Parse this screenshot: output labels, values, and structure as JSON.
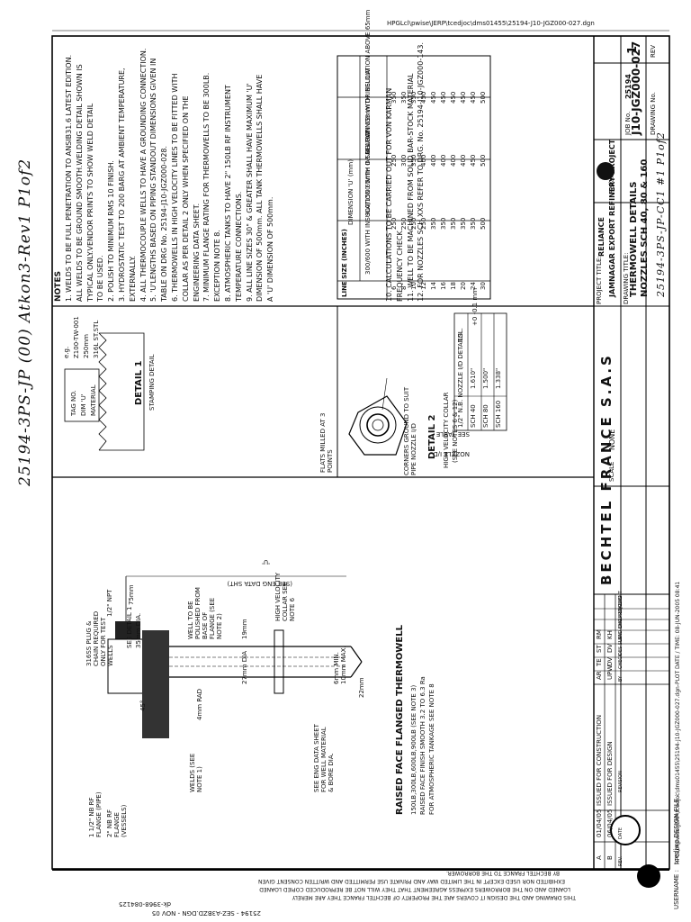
{
  "header": {
    "path_top": "HPGLcl\\pwise\\JERP\\tcedjoc\\dms01455\\25194-J10-JGZ000-027.dgn",
    "handwritten_ref": "25194-3PS-JP (00) Atkon3-Rev1 P1of2"
  },
  "notes": {
    "heading": "NOTES",
    "items": [
      "1. WELDS TO BE FULL PENETRATION TO ANSIB31.6 LATEST EDITION.",
      "ALL WELDS TO BE GROUND SMOOTH.WELDING DETAIL SHOWN IS",
      "TYPICAL ONLY.VENDOR PRINTS TO SHOW WELD DETAIL",
      "TO BE USED.",
      "2. POLISH TO MINIMUM RMS 10 FINISH.",
      "3. HYDROSTATIC TEST TO 200 BARG AT AMBIENT TEMPERATURE,",
      "EXTERNALLY.",
      "4. ALL THERMOCOUPLE WELLS TO HAVE A GROUNDING CONNECTION.",
      "5. 'U'LENGTHS BASED ON PIPING STANDOUT DIMENSIONS GIVEN IN",
      "TABLE ON DRG No. 25194-J10-JGZ000-028.",
      "6. THERMOWELLS IN HIGH VELOCITY LINES TO BE FITTED WITH",
      "COLLAR AS PER DETAIL 2 ONLY WHEN SPECIFIED ON THE",
      "ENGINEERING DATA SHEET.",
      "7. MINIMUM FLANGE RATING FOR THERMOWELLS TO BE 300LB.",
      "EXCEPTION NOTE 8.",
      "8. ATMOSPHERIC TANKS TO HAVE 2\" 150LB RF INSTRUMENT",
      "TEMPERATURE CONNECTIONS.",
      "9. ALL LINE SIZES 30\" & GREATER SHALL HAVE MAXIMUM 'U'",
      "DIMENSION OF 500mm. ALL TANK THERMOWELLS SHALL HAVE",
      "A 'U' DIMENSION OF 500mm.",
      "10. CALCULATIONS TO BE CARRIED OUT FOR VON KARMAN",
      "FREQUENCY CHECK.",
      "11. WELL TO BE MACHINED FROM SOLID BAR-STOCK MATERIAL",
      "12. FOR NOZZLES SCH XXS REFER TO DRG. No. 25194-J10-JGZ000-143."
    ]
  },
  "dim_table": {
    "title": "DIMENSION 'U' (mm)",
    "col_line": "LINE SIZE (INCHES)",
    "col1": "300/600 WITH INSULATION 65mm OR BELOW",
    "col2": "900/1500 WITH INSULATION 65mm OR BELOW",
    "col3": "ALL RATINGS WITH INSULATION ABOVE 65mm",
    "rows": [
      [
        "6",
        "250",
        "250",
        "350"
      ],
      [
        "8",
        "250",
        "300",
        "350"
      ],
      [
        "10",
        "250",
        "350",
        "350"
      ],
      [
        "12",
        "250",
        "400",
        "450"
      ],
      [
        "14",
        "350",
        "400",
        "450"
      ],
      [
        "16",
        "350",
        "400",
        "450"
      ],
      [
        "18",
        "350",
        "400",
        "450"
      ],
      [
        "20",
        "350",
        "400",
        "450"
      ],
      [
        "24",
        "350",
        "450",
        "450"
      ],
      [
        "30",
        "500",
        "500",
        "500"
      ]
    ]
  },
  "detail1": {
    "title": "DETAIL 1",
    "subtitle": "STAMPING DETAIL",
    "labels": [
      "TAG NO.",
      "DIM 'U'",
      "MATERIAL"
    ],
    "eg": [
      "e.g.",
      "Z100-TW-001",
      "250mm",
      "316L ST.STL"
    ]
  },
  "detail2": {
    "title": "DETAIL 2",
    "subtitle": "HIGH VELOCITY COLLAR",
    "subtitle2": "(SEE NOTES 6 & 12)",
    "flats": "FLATS MILLED AT 3 POINTS",
    "corners": "CORNERS GROUND TO SUIT PIPE NOZZLE I/D",
    "see_table": "SEE TABLE",
    "nozzle_id": "NOZZLE I/D",
    "table_head": [
      "1/2\" N.B. NOZZLE I/D DETAILS",
      "TOL."
    ],
    "table_rows": [
      [
        "SCH 40",
        "1.610\""
      ],
      [
        "SCH 80",
        "1.500\""
      ],
      [
        "SCH 160",
        "1.338\""
      ]
    ],
    "tol": "+0 -0.1 mm"
  },
  "main_drawing": {
    "title": "RAISED FACE FLANGED THERMOWELL",
    "line2": "150LB,300LB,600LB,900LB (SEE NOTE 3)",
    "line3": "RAISED FACE FINISH SMOOTH 3.2 TO 6.3 Ra",
    "line4": "FOR ATMOSPHERIC TANKAGE SEE NOTE 8",
    "plug": "316SS PLUG & CHAIN REQUIRED ONLY FOR TEST WELLS",
    "npt": "1/2\" NPT",
    "detail1_ref": "SEE DETAIL 1",
    "dia35": "35mm DIA.",
    "polished": "WELL TO BE POLISHED FROM BASE OF FLANGE (SEE NOTE 2)",
    "dia27": "27mm DIA",
    "dia19": "19mm",
    "collar": "HIGH VELOCITY COLLAR SEE NOTE 6",
    "mm6": "6mm MIN. 10mm MAX.",
    "mm22": "22mm",
    "mm75": "75mm",
    "u_label": "'U'",
    "u_note": "(SEE ENG DATA SHT)",
    "rad": "4mm RAD",
    "deg45": "45°",
    "flange1": "1 1/2\" NB RF FLANGE (PIPE)",
    "flange2": "2\" NB RF FLANGE (VESSELS)",
    "welds": "WELDS (SEE NOTE 1)",
    "eng_data": "SEE ENG DATA SHEET FOR WELL MATERIAL & BORE DIA."
  },
  "revisions": {
    "rows": [
      [
        "A",
        "01/04/05",
        "ISSUED FOR CONSTRUCTION",
        "AR",
        "TE",
        "ST",
        "RM"
      ],
      [
        "B",
        "06/04/05",
        "ISSUED FOR DESIGN",
        "UPW",
        "DV",
        "DV",
        "KH"
      ]
    ],
    "head": [
      "REV.",
      "DATE",
      "REVISION",
      "BY",
      "CHECK",
      "DES SUPV",
      "LEAD ENG",
      "CHIEF ENG",
      "PROJ ENG",
      "CLIENT"
    ]
  },
  "title_block": {
    "bechtel": "BECHTEL FRANCE S.A.S",
    "scale_label": "SCALE",
    "scale": "NONE",
    "project_label": "PROJECT TITLE:",
    "client": "RELIANCE",
    "project": "JAMNAGAR EXPORT REFINERY PROJECT",
    "reliance_logo": "Reliance",
    "drawing_title_label": "DRAWING TITLE:",
    "title1": "THERMOWELL DETAILS",
    "title2": "NOZZLES SCH 40, 80 & 160",
    "job_label": "JOB No.",
    "job_no": "25194",
    "drawing_label": "DRAWING No.",
    "drawing_no": "J10-JGZ000-027",
    "rev_label": "REV",
    "rev": "1",
    "hand_bottom": "25194-3PS-JP-CC1 #1 P1of2",
    "date_stamp": "HPGLcl\\pwise\\JERP\\tcedjoc\\dms01455\\25194-J10-JGZ000-027.dgn-PLOT DATE / TIME: 08-JUN-2005 08:41"
  },
  "footer": {
    "username": "USERNAME :",
    "design_file": "tcedjwe DESIGN FILE :",
    "doc_no": "25194 - SEZ-A3BZD.DGN - NOV 05",
    "doc_no2": "dk-3968-084125",
    "confid": [
      "THIS DRAWING AND THE DESIGN IT COVERS ARE THE PROPERTY OF BECHTEL FRANCE THEY ARE MERELY",
      "LOANED AND ON THE BORROWERS EXPRESS AGREEMENT THAT THEY WILL NOT BE REPRODUCED COPIED LOANED",
      "EXHIBITED NOR USED EXCEPT IN THE LIMITED WAY AND PRIVATE USE PERMITTED AND WRITTEN CONSENT GIVEN",
      "BY BECHTEL FRANCE TO THE BORROWER."
    ]
  }
}
